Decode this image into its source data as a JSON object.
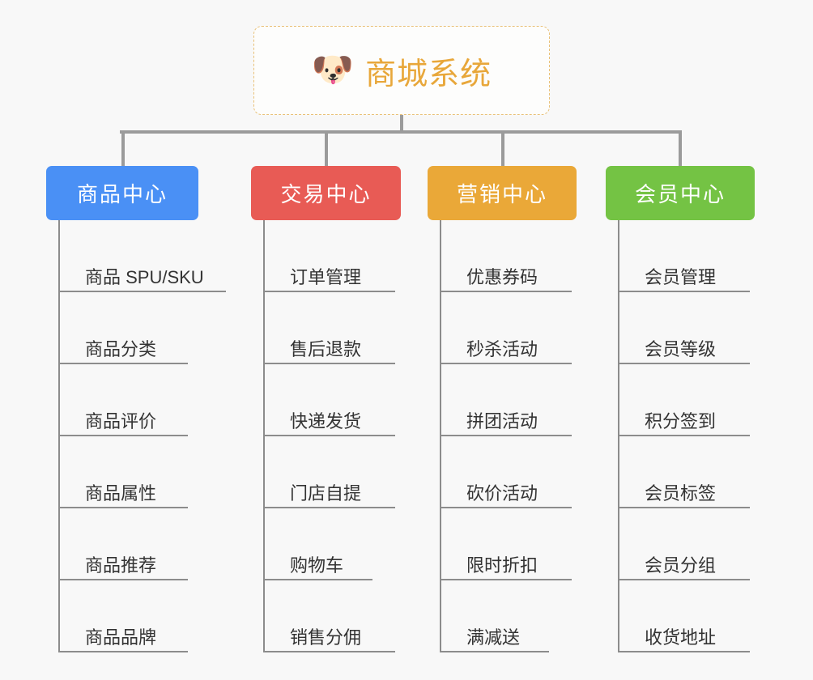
{
  "page": {
    "background": "#f8f8f8",
    "line_color": "#8c8c8c"
  },
  "root": {
    "icon": "dog-face-icon",
    "emoji": "🐶",
    "title": "商城系统",
    "title_color": "#e8a73a",
    "border_color": "#e9c178"
  },
  "columns": [
    {
      "title": "商品中心",
      "color": "#4a90f5",
      "items": [
        "商品 SPU/SKU",
        "商品分类",
        "商品评价",
        "商品属性",
        "商品推荐",
        "商品品牌"
      ]
    },
    {
      "title": "交易中心",
      "color": "#e85b55",
      "items": [
        "订单管理",
        "售后退款",
        "快递发货",
        "门店自提",
        "购物车",
        "销售分佣"
      ]
    },
    {
      "title": "营销中心",
      "color": "#eaa838",
      "items": [
        "优惠券码",
        "秒杀活动",
        "拼团活动",
        "砍价活动",
        "限时折扣",
        "满减送"
      ]
    },
    {
      "title": "会员中心",
      "color": "#74c344",
      "items": [
        "会员管理",
        "会员等级",
        "积分签到",
        "会员标签",
        "会员分组",
        "收货地址"
      ]
    }
  ]
}
